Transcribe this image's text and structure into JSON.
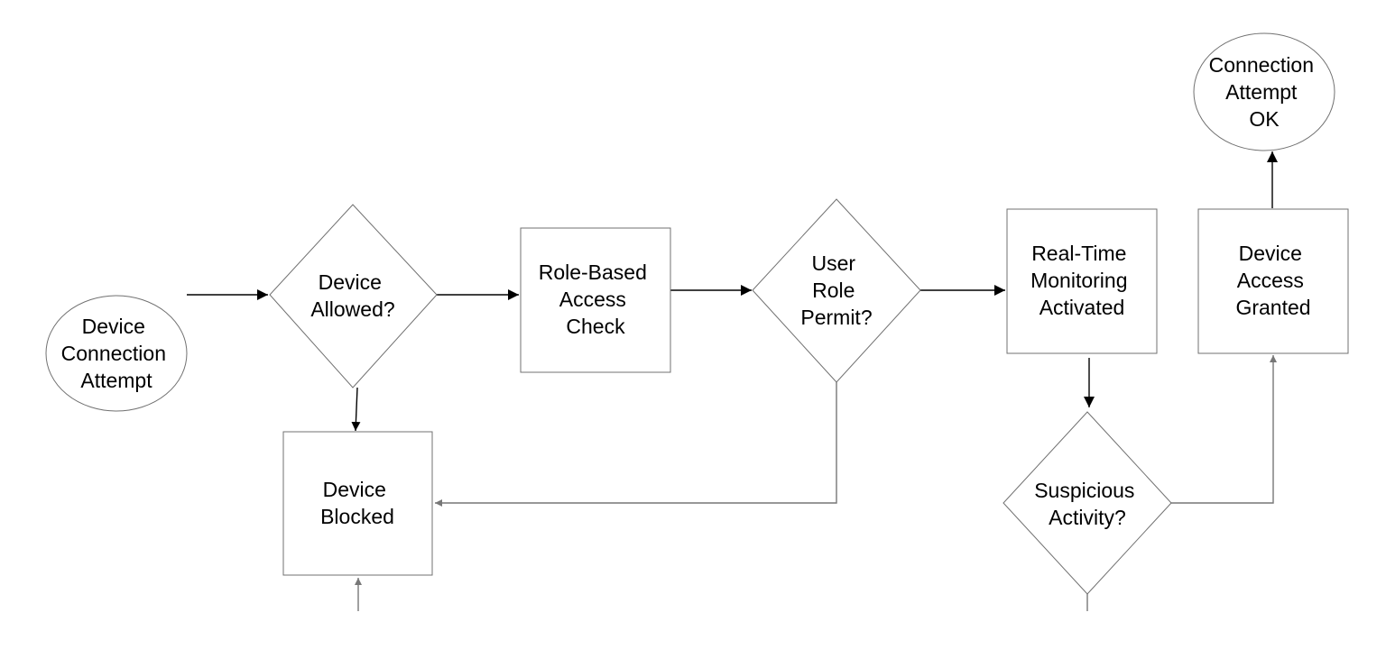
{
  "nodes": {
    "device_connection_attempt": {
      "shape": "ellipse",
      "lines": [
        "Device",
        "Connection",
        "Attempt"
      ]
    },
    "device_allowed": {
      "shape": "diamond",
      "lines": [
        "Device",
        "Allowed?"
      ]
    },
    "role_based_access_check": {
      "shape": "rectangle",
      "lines": [
        "Role-Based",
        "Access",
        "Check"
      ]
    },
    "user_role_permit": {
      "shape": "diamond",
      "lines": [
        "User",
        "Role",
        "Permit?"
      ]
    },
    "real_time_monitoring_activated": {
      "shape": "rectangle",
      "lines": [
        "Real-Time",
        "Monitoring",
        "Activated"
      ]
    },
    "device_access_granted": {
      "shape": "rectangle",
      "lines": [
        "Device",
        "Access",
        "Granted"
      ]
    },
    "connection_attempt_ok": {
      "shape": "ellipse",
      "lines": [
        "Connection",
        "Attempt",
        "OK"
      ]
    },
    "device_blocked": {
      "shape": "rectangle",
      "lines": [
        "Device",
        "Blocked"
      ]
    },
    "suspicious_activity": {
      "shape": "diamond",
      "lines": [
        "Suspicious",
        "Activity?"
      ]
    }
  },
  "edges": [
    {
      "from": "device_connection_attempt",
      "to": "device_allowed"
    },
    {
      "from": "device_allowed",
      "to": "role_based_access_check"
    },
    {
      "from": "device_allowed",
      "to": "device_blocked"
    },
    {
      "from": "role_based_access_check",
      "to": "user_role_permit"
    },
    {
      "from": "user_role_permit",
      "to": "real_time_monitoring_activated"
    },
    {
      "from": "user_role_permit",
      "to": "device_blocked"
    },
    {
      "from": "real_time_monitoring_activated",
      "to": "suspicious_activity"
    },
    {
      "from": "suspicious_activity",
      "to": "device_access_granted"
    },
    {
      "from": "device_access_granted",
      "to": "connection_attempt_ok"
    }
  ]
}
